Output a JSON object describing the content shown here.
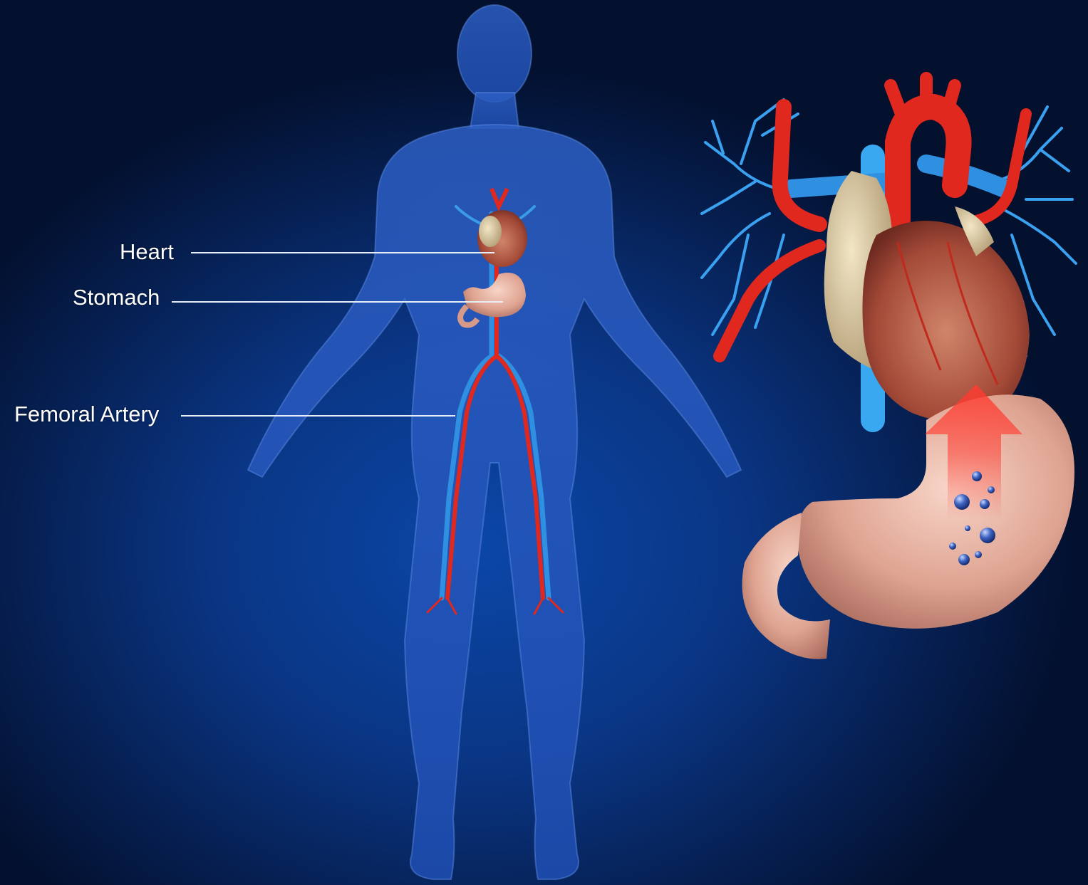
{
  "labels": {
    "heart": "Heart",
    "stomach": "Stomach",
    "femoral_artery": "Femoral Artery"
  },
  "colors": {
    "background_dark": "#03102e",
    "background_glow": "#0a3a8c",
    "body_silhouette": "#2c62c9",
    "artery": "#e0281e",
    "vein": "#2f8fe0",
    "heart_tissue": "#b8604c",
    "stomach_tissue": "#e3aa98",
    "arrow": "#ff3b30",
    "bubbles": "#2a4aa8",
    "leader_line": "#e8eef8"
  },
  "icons": {
    "flow_arrow": "up-arrow-icon"
  }
}
